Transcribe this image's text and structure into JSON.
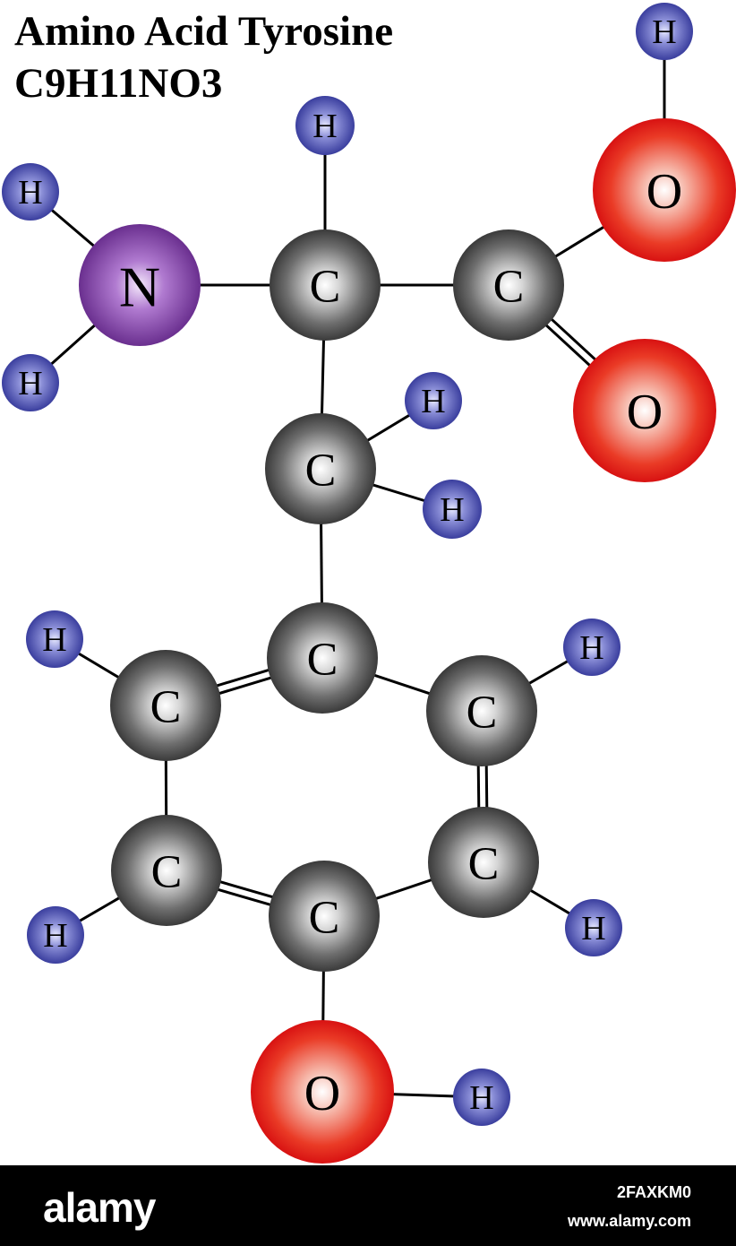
{
  "title": {
    "line1": "Amino Acid Tyrosine",
    "line2": "C9H11NO3"
  },
  "colors": {
    "carbon": "#4a4a4a",
    "hydrogen": "#3a3e9e",
    "nitrogen": "#6a2f8f",
    "oxygen": "#e01818",
    "bond": "#000000",
    "footer": "#000000"
  },
  "atoms": [
    {
      "id": "h_top_right",
      "element": "H",
      "label": "H"
    },
    {
      "id": "o_hydroxyl_carboxyl",
      "element": "O",
      "label": "O"
    },
    {
      "id": "h_alpha",
      "element": "H",
      "label": "H"
    },
    {
      "id": "h_amine_top",
      "element": "H",
      "label": "H"
    },
    {
      "id": "n_amine",
      "element": "N",
      "label": "N"
    },
    {
      "id": "c_alpha",
      "element": "C",
      "label": "C"
    },
    {
      "id": "c_carboxyl",
      "element": "C",
      "label": "C"
    },
    {
      "id": "h_amine_bottom",
      "element": "H",
      "label": "H"
    },
    {
      "id": "o_carbonyl",
      "element": "O",
      "label": "O"
    },
    {
      "id": "h_beta_1",
      "element": "H",
      "label": "H"
    },
    {
      "id": "c_beta",
      "element": "C",
      "label": "C"
    },
    {
      "id": "h_beta_2",
      "element": "H",
      "label": "H"
    },
    {
      "id": "c_ring_top",
      "element": "C",
      "label": "C"
    },
    {
      "id": "h_ring_left_top",
      "element": "H",
      "label": "H"
    },
    {
      "id": "c_ring_left_top",
      "element": "C",
      "label": "C"
    },
    {
      "id": "h_ring_right_top",
      "element": "H",
      "label": "H"
    },
    {
      "id": "c_ring_right_top",
      "element": "C",
      "label": "C"
    },
    {
      "id": "c_ring_left_bottom",
      "element": "C",
      "label": "C"
    },
    {
      "id": "c_ring_right_bottom",
      "element": "C",
      "label": "C"
    },
    {
      "id": "h_ring_left_bottom",
      "element": "H",
      "label": "H"
    },
    {
      "id": "h_ring_right_bottom",
      "element": "H",
      "label": "H"
    },
    {
      "id": "c_ring_bottom",
      "element": "C",
      "label": "C"
    },
    {
      "id": "o_phenol",
      "element": "O",
      "label": "O"
    },
    {
      "id": "h_phenol",
      "element": "H",
      "label": "H"
    }
  ],
  "bonds": [
    {
      "a": "h_top_right",
      "b": "o_hydroxyl_carboxyl",
      "order": 1
    },
    {
      "a": "o_hydroxyl_carboxyl",
      "b": "c_carboxyl",
      "order": 1
    },
    {
      "a": "c_carboxyl",
      "b": "o_carbonyl",
      "order": 2
    },
    {
      "a": "c_alpha",
      "b": "c_carboxyl",
      "order": 1
    },
    {
      "a": "h_alpha",
      "b": "c_alpha",
      "order": 1
    },
    {
      "a": "n_amine",
      "b": "c_alpha",
      "order": 1
    },
    {
      "a": "h_amine_top",
      "b": "n_amine",
      "order": 1
    },
    {
      "a": "h_amine_bottom",
      "b": "n_amine",
      "order": 1
    },
    {
      "a": "c_alpha",
      "b": "c_beta",
      "order": 1
    },
    {
      "a": "c_beta",
      "b": "h_beta_1",
      "order": 1
    },
    {
      "a": "c_beta",
      "b": "h_beta_2",
      "order": 1
    },
    {
      "a": "c_beta",
      "b": "c_ring_top",
      "order": 1
    },
    {
      "a": "c_ring_top",
      "b": "c_ring_left_top",
      "order": 2
    },
    {
      "a": "c_ring_top",
      "b": "c_ring_right_top",
      "order": 1
    },
    {
      "a": "c_ring_left_top",
      "b": "h_ring_left_top",
      "order": 1
    },
    {
      "a": "c_ring_right_top",
      "b": "h_ring_right_top",
      "order": 1
    },
    {
      "a": "c_ring_left_top",
      "b": "c_ring_left_bottom",
      "order": 1
    },
    {
      "a": "c_ring_right_top",
      "b": "c_ring_right_bottom",
      "order": 2
    },
    {
      "a": "c_ring_left_bottom",
      "b": "h_ring_left_bottom",
      "order": 1
    },
    {
      "a": "c_ring_right_bottom",
      "b": "h_ring_right_bottom",
      "order": 1
    },
    {
      "a": "c_ring_left_bottom",
      "b": "c_ring_bottom",
      "order": 2
    },
    {
      "a": "c_ring_right_bottom",
      "b": "c_ring_bottom",
      "order": 1
    },
    {
      "a": "c_ring_bottom",
      "b": "o_phenol",
      "order": 1
    },
    {
      "a": "o_phenol",
      "b": "h_phenol",
      "order": 1
    }
  ],
  "footer": {
    "brand": "alamy",
    "stock_id": "2FAXKM0",
    "site": "www.alamy.com"
  }
}
